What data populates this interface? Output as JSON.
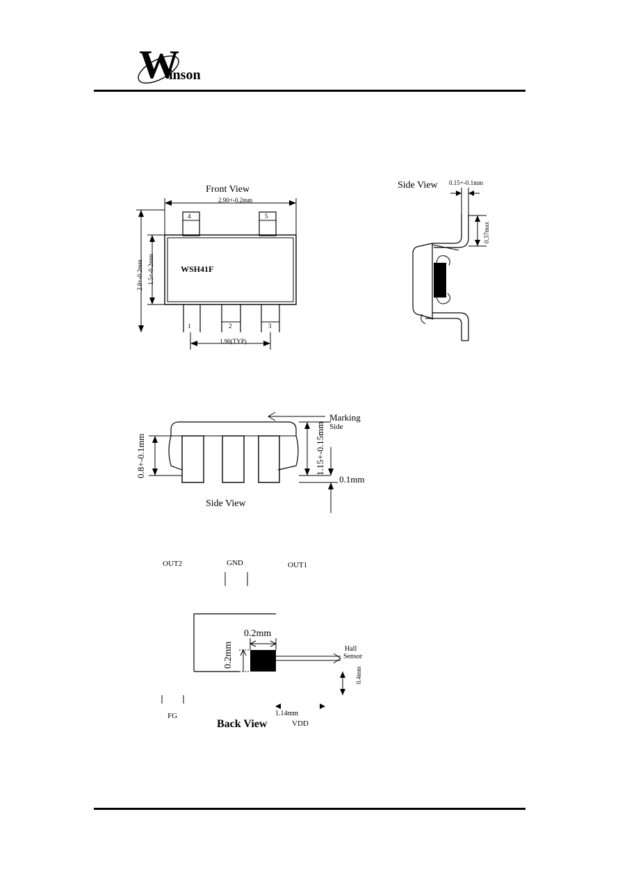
{
  "header": {
    "logo_initial": "W",
    "logo_rest": "inson"
  },
  "front_view": {
    "title": "Front View",
    "dim_width": "2.90+-0.2mm",
    "dim_height_outer": "2.8+-0.2mm",
    "dim_height_body": "1.5+-0.2mm",
    "part_marking": "WSH41F",
    "pin_4": "4",
    "pin_5": "5",
    "pin_1": "1",
    "pin_2": "2",
    "pin_3": "3",
    "pin_pitch": "1.90(TYP)"
  },
  "side_view_right": {
    "title": "Side View",
    "dim_lead": "0.15+-0.1mm",
    "dim_max": "0.37max"
  },
  "side_view_bottom": {
    "title": "Side View",
    "marking_label_1": "Marking",
    "marking_label_2": "Side",
    "dim_body": "0.8+-0.1mm",
    "dim_total": "1.15+-0.15mm",
    "dim_standoff": "0.1mm"
  },
  "back_view": {
    "title": "Back View",
    "pin_out2": "OUT2",
    "pin_gnd": "GND",
    "pin_out1": "OUT1",
    "pin_fg": "FG",
    "pin_vdd": "VDD",
    "dim_sensor_w": "0.2mm",
    "dim_sensor_h": "0.2mm",
    "hall_label_1": "Hall",
    "hall_label_2": "Sensor",
    "dim_offset": "0.4mm",
    "dim_horizontal": "1.14mm"
  }
}
